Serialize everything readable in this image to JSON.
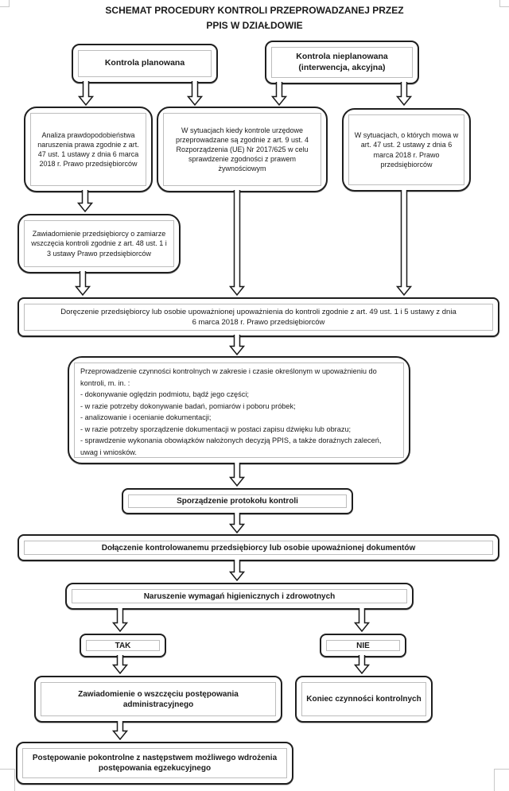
{
  "page": {
    "title_line1": "SCHEMAT PROCEDURY KONTROLI PRZEPROWADZANEJ PRZEZ",
    "title_line2": "PPIS W DZIAŁDOWIE"
  },
  "nodes": {
    "planned": {
      "label": "Kontrola planowana"
    },
    "unplanned": {
      "label": "Kontrola nieplanowana (interwencja, akcyjna)"
    },
    "analysis": {
      "label": "Analiza prawdopodobieństwa naruszenia prawa zgodnie z art. 47 ust. 1 ustawy z dnia 6 marca 2018 r. Prawo przedsiębiorców"
    },
    "official": {
      "label": "W sytuacjach kiedy kontrole urzędowe przeprowadzane są zgodnie z art. 9 ust. 4 Rozporządzenia (UE) Nr 2017/625 w celu sprawdzenie zgodności z prawem żywnościowym"
    },
    "situations": {
      "label": "W sytuacjach, o których mowa w art. 47 ust. 2 ustawy z dnia 6 marca 2018 r. Prawo przedsiębiorców"
    },
    "notice": {
      "label": "Zawiadomienie przedsiębiorcy o zamiarze wszczęcia kontroli zgodnie z art. 48 ust. 1 i 3 ustawy Prawo przedsiębiorców"
    },
    "delivery": {
      "label": "Doręczenie przedsiębiorcy lub osobie upoważnionej upoważnienia do kontroli zgodnie z art. 49 ust. 1 i 5 ustawy z dnia 6 marca 2018 r. Prawo przedsiębiorców"
    },
    "procedure": {
      "intro": "Przeprowadzenie czynności kontrolnych w zakresie i czasie określonym w upoważnieniu do kontroli, m. in. :",
      "items": [
        "- dokonywanie oględzin podmiotu, bądź jego części;",
        "- w razie potrzeby dokonywanie badań, pomiarów i poboru próbek;",
        "- analizowanie i ocenianie dokumentacji;",
        "- w razie potrzeby sporządzenie dokumentacji w postaci zapisu dźwięku lub obrazu;",
        "- sprawdzenie wykonania obowiązków nałożonych decyzją PPIS, a także doraźnych zaleceń, uwag i wniosków."
      ]
    },
    "protocol": {
      "label": "Sporządzenie protokołu kontroli"
    },
    "attach": {
      "label": "Dołączenie kontrolowanemu przedsiębiorcy lub osobie upoważnionej dokumentów"
    },
    "violation": {
      "label": "Naruszenie wymagań higienicznych i zdrowotnych"
    },
    "yes": {
      "label": "TAK"
    },
    "no": {
      "label": "NIE"
    },
    "admin": {
      "label": "Zawiadomienie o wszczęciu postępowania administracyjnego"
    },
    "end": {
      "label": "Koniec czynności kontrolnych"
    },
    "post": {
      "label": "Postępowanie pokontrolne z następstwem możliwego wdrożenia postępowania egzekucyjnego"
    }
  },
  "colors": {
    "border": "#1f1f1f",
    "inner_border": "#bdbdbd",
    "background": "#ffffff",
    "text": "#1a1a1a",
    "margin_mark": "#c9c9c9"
  }
}
